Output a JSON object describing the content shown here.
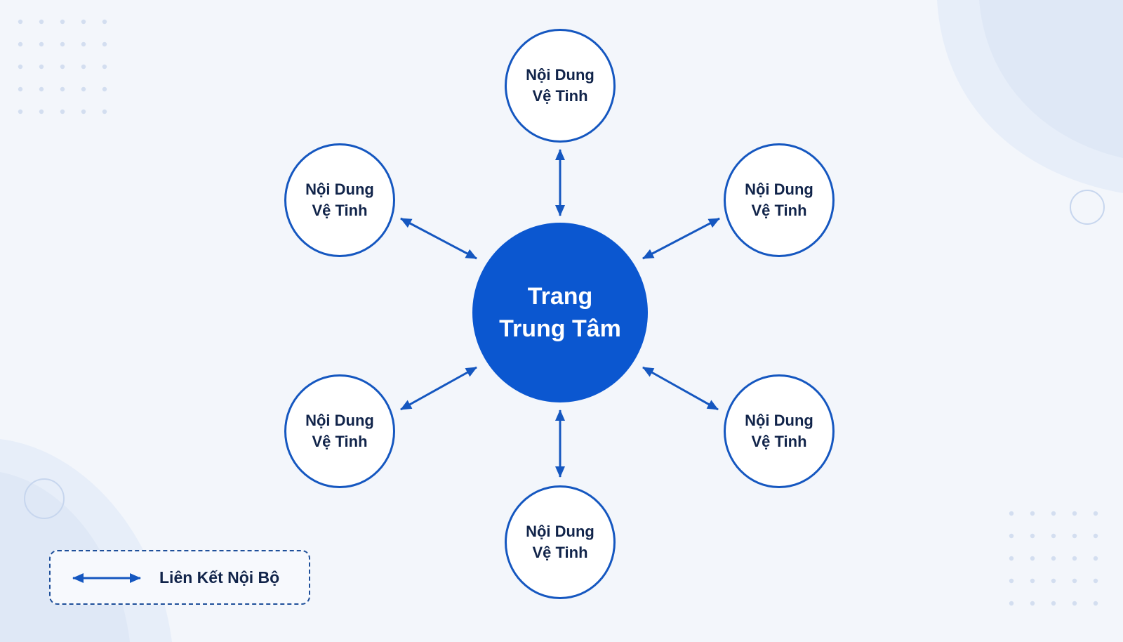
{
  "hub": {
    "label": "Trang\nTrung Tâm"
  },
  "satellites": [
    {
      "label": "Nội Dung\nVệ Tinh"
    },
    {
      "label": "Nội Dung\nVệ Tinh"
    },
    {
      "label": "Nội Dung\nVệ Tinh"
    },
    {
      "label": "Nội Dung\nVệ Tinh"
    },
    {
      "label": "Nội Dung\nVệ Tinh"
    },
    {
      "label": "Nội Dung\nVệ Tinh"
    }
  ],
  "legend": {
    "label": "Liên Kết Nội Bộ"
  },
  "colors": {
    "hub_fill": "#0b57d0",
    "satellite_border": "#1557c0",
    "arrow": "#1557c0",
    "text_dark": "#11244a",
    "background": "#f3f6fb"
  }
}
